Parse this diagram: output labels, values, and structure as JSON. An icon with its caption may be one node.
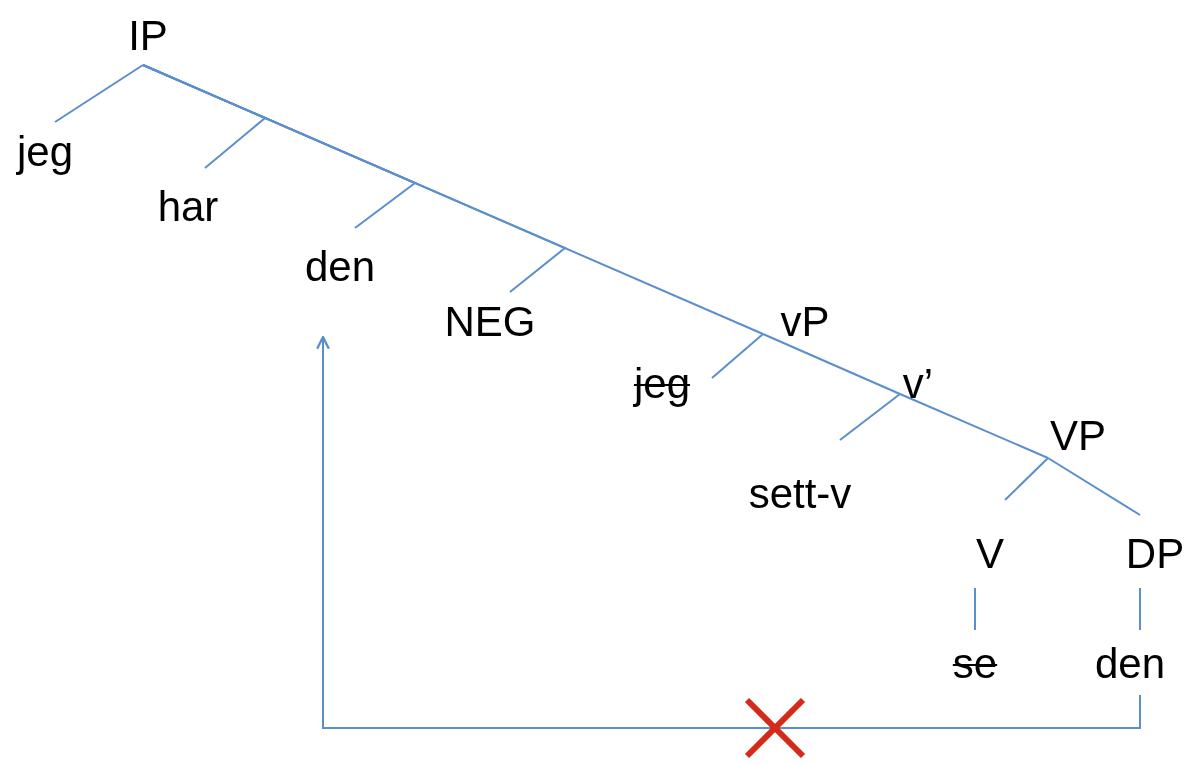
{
  "diagram": {
    "nodes": [
      {
        "text": [
          "IP"
        ]
      },
      {
        "text": [
          "jeg"
        ]
      },
      {
        "text": [
          "har"
        ]
      },
      {
        "text": [
          "den"
        ]
      },
      {
        "text": [
          "NEG"
        ]
      },
      {
        "text": [
          "vP"
        ]
      },
      {
        "text": [
          "jeg"
        ]
      },
      {
        "text": [
          "v’"
        ]
      },
      {
        "text": [
          "sett-v"
        ]
      },
      {
        "text": [
          "VP"
        ]
      },
      {
        "text": [
          "V"
        ]
      },
      {
        "text": [
          "DP"
        ]
      },
      {
        "text": [
          "se"
        ]
      },
      {
        "text": [
          "den"
        ]
      }
    ],
    "edges": [
      {
        "from": 0,
        "to": 1,
        "arrow": "none"
      },
      {
        "from": 0,
        "to": 2,
        "arrow": "none"
      },
      {
        "from": 0,
        "to": 3,
        "arrow": "none"
      },
      {
        "from": 0,
        "to": 4,
        "arrow": "none"
      },
      {
        "from": 0,
        "to": 5,
        "arrow": "none"
      },
      {
        "from": 5,
        "to": 6,
        "arrow": "none"
      },
      {
        "from": 5,
        "to": 7,
        "arrow": "none"
      },
      {
        "from": 7,
        "to": 8,
        "arrow": "none"
      },
      {
        "from": 7,
        "to": 9,
        "arrow": "none"
      },
      {
        "from": 9,
        "to": 10,
        "arrow": "none"
      },
      {
        "from": 9,
        "to": 11,
        "arrow": "none"
      },
      {
        "from": 10,
        "to": 12,
        "arrow": "none"
      },
      {
        "from": 11,
        "to": 13,
        "arrow": "none"
      },
      {
        "from": 13,
        "to": 3,
        "arrow": "to"
      }
    ]
  }
}
